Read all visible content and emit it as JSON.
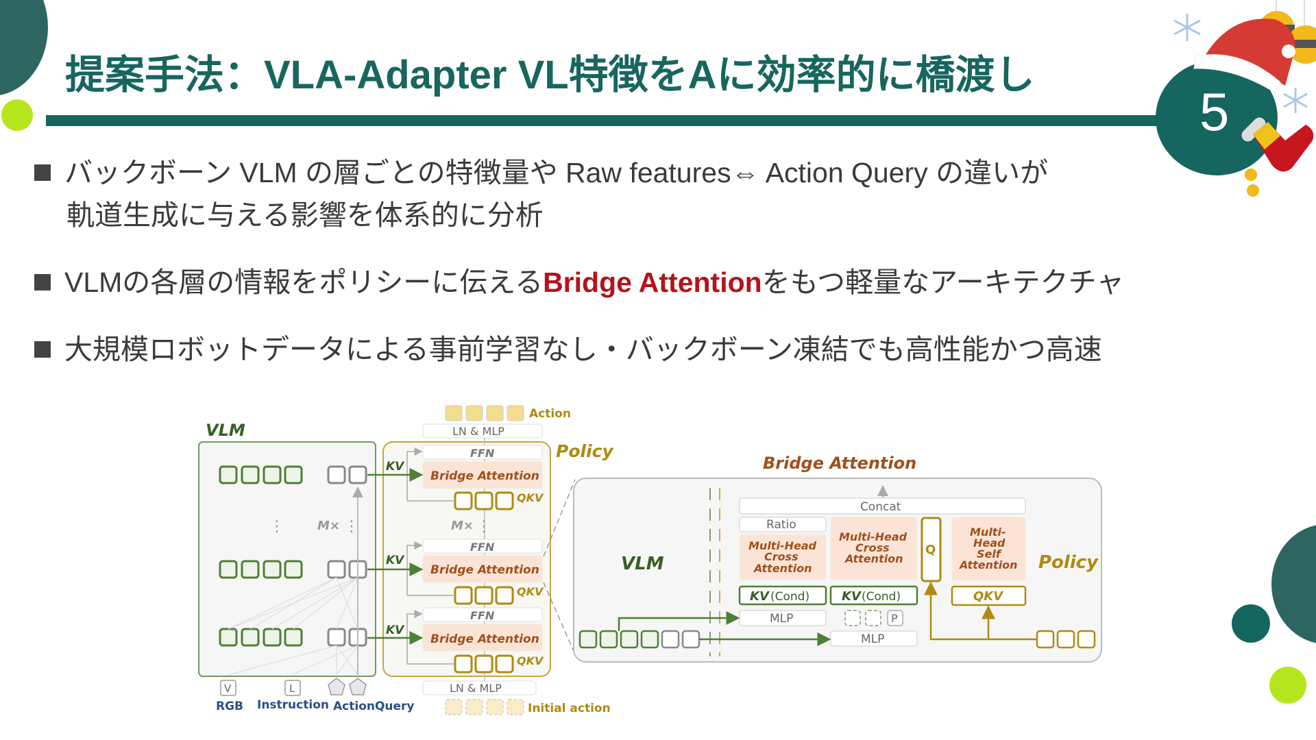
{
  "slide": {
    "title": "提案手法：VLA-Adapter  VL特徴をAに効率的に橋渡し",
    "page_number": "5",
    "colors": {
      "accent": "#17665f",
      "lime": "#b5e61d",
      "highlight_red": "#b5121b",
      "bridge_orange": "#a0501e",
      "policy_gold": "#b08a10",
      "vlm_green": "#4d7f35"
    },
    "bullets": [
      {
        "line1": "バックボーン VLM の層ごとの特徴量や Raw features⇔ Action Query の違いが",
        "line2": "軌道生成に与える影響を体系的に分析"
      },
      {
        "before": "VLMの各層の情報をポリシーに伝える",
        "highlight": "Bridge Attention",
        "after": "をもつ軽量なアーキテクチャ"
      },
      {
        "text": "大規模ロボットデータによる事前学習なし・バックボーン凍結でも高性能かつ高速"
      }
    ]
  },
  "diagram": {
    "vlm_label": "VLM",
    "policy_label": "Policy",
    "mx_label": "M×",
    "kv_label": "KV",
    "qkv_label": "QKV",
    "ffn_label": "FFN",
    "bridge_attention_label": "Bridge Attention",
    "ln_mlp_label": "LN & MLP",
    "action_label": "Action",
    "initial_action_label": "Initial action",
    "inputs": [
      {
        "glyph": "V",
        "label": "RGB"
      },
      {
        "glyph": "L",
        "label": "Instruction"
      },
      {
        "glyph": "",
        "label": "ActionQuery"
      }
    ],
    "detail": {
      "title": "Bridge Attention",
      "vlm_label": "VLM",
      "policy_label": "Policy",
      "concat": "Concat",
      "ratio": "Ratio",
      "mhca1": [
        "Multi-Head",
        "Cross",
        "Attention"
      ],
      "mhca2": [
        "Multi-Head",
        "Cross",
        "Attention"
      ],
      "mhsa": [
        "Multi-",
        "Head",
        "Self",
        "Attention"
      ],
      "q": "Q",
      "kv_cond_kv": "KV",
      "kv_cond_suffix": "(Cond)",
      "mlp": "MLP",
      "p": "P",
      "qkv": "QKV"
    }
  }
}
